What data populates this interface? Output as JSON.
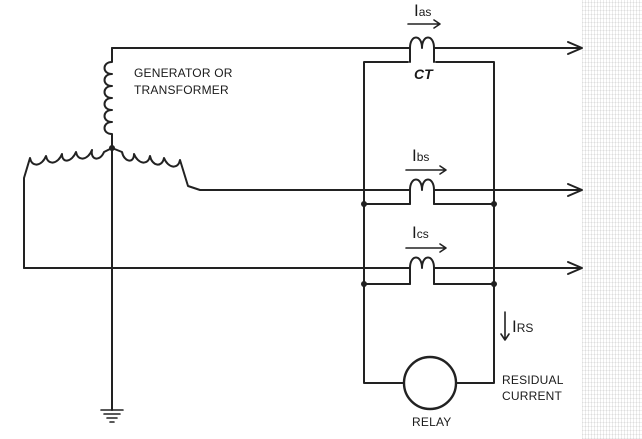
{
  "diagram": {
    "source_label_line1": "GENERATOR OR",
    "source_label_line2": "TRANSFORMER",
    "ct_label": "CT",
    "current_a": {
      "main": "I",
      "sub": "as"
    },
    "current_b": {
      "main": "I",
      "sub": "bs"
    },
    "current_c": {
      "main": "I",
      "sub": "cs"
    },
    "current_rs": {
      "main": "I",
      "sub": "RS"
    },
    "residual_line1": "RESIDUAL",
    "residual_line2": "CURRENT",
    "relay_label": "RELAY",
    "line_color": "#222222"
  }
}
